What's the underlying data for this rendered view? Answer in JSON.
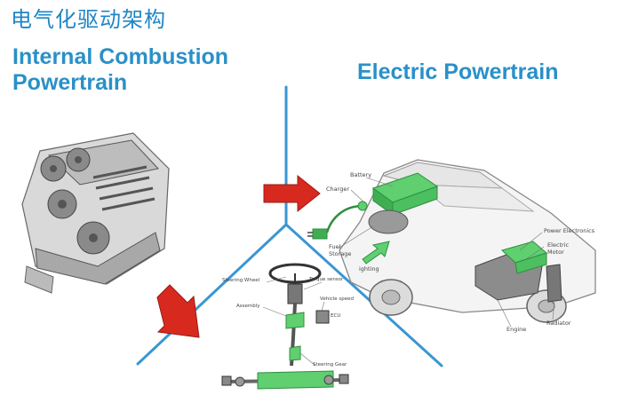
{
  "slide": {
    "title": "电气化驱动架构"
  },
  "ice": {
    "heading_line1": "Internal Combustion",
    "heading_line2": "Powertrain"
  },
  "ev": {
    "heading": "Electric Powertrain",
    "labels": {
      "battery": "Battery",
      "charger": "Charger",
      "fuel_storage": "Fuel\nStorage",
      "lighting": "ighting",
      "power_electronics": "Power Electronics",
      "electric_motor": "Electric\nMotor",
      "engine": "Engine",
      "radiator": "Radiator"
    }
  },
  "steering": {
    "labels": {
      "steering_wheel": "Steering Wheel",
      "torque_sensor": "Torque sensor",
      "assembly": "Assembly",
      "vehicle_speed": "Vehicle speed",
      "ecu": "ECU",
      "steering_gear": "Steering Gear"
    }
  },
  "colors": {
    "title": "#1f86c6",
    "heading": "#2a90c8",
    "divider": "#3a96d3",
    "arrow": "#d8291f",
    "green_component": "#5fcf70"
  }
}
